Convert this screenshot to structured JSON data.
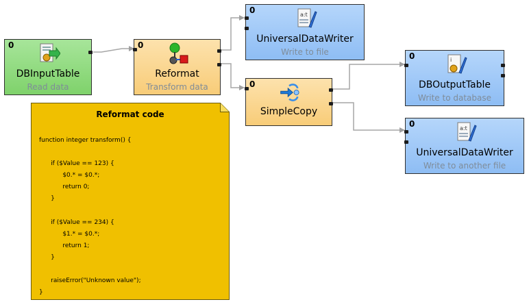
{
  "nodes": {
    "db_input": {
      "phase": "0",
      "title": "DBInputTable",
      "desc": "Read data"
    },
    "reformat": {
      "phase": "0",
      "title": "Reformat",
      "desc": "Transform data"
    },
    "writer1": {
      "phase": "0",
      "title": "UniversalDataWriter",
      "desc": "Write to file"
    },
    "simplecopy": {
      "phase": "0",
      "title": "SimpleCopy",
      "desc": ""
    },
    "db_output": {
      "phase": "0",
      "title": "DBOutputTable",
      "desc": "Write to database"
    },
    "writer2": {
      "phase": "0",
      "title": "UniversalDataWriter",
      "desc": "Write to another file"
    }
  },
  "note": {
    "title": "Reformat code",
    "code": "function integer transform() {\n\n      if ($Value == 123) {\n            $0.* = $0.*;\n            return 0;\n      }\n\n      if ($Value == 234) {\n            $1.* = $0.*;\n            return 1;\n      }\n\n      raiseError(\"Unknown value\");\n}"
  },
  "colors": {
    "input_node": "#8fdb7e",
    "transform_node": "#fad690",
    "output_node": "#9ec8f8",
    "note": "#f0c000",
    "edge": "#a0a0a0",
    "description_text": "#7f8c99"
  },
  "icons": {
    "db_input": "database-reader-icon",
    "reformat": "reformat-icon",
    "writer": "file-writer-icon",
    "simplecopy": "copy-arrows-icon",
    "db_output": "database-writer-icon"
  }
}
